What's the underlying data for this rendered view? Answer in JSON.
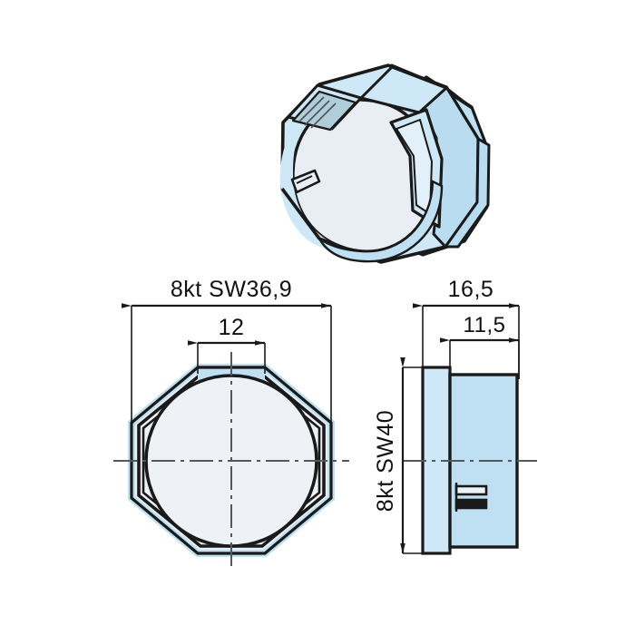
{
  "drawing": {
    "title": "Octagonal cap nut technical drawing",
    "background_color": "#ffffff",
    "line_color": "#1a1a1a",
    "fill_blue": "#b9dcf0",
    "fill_blue_light": "#cfe8f7",
    "fill_pale": "#e9eef4",
    "fill_pale_2": "#eef2f7",
    "centerline_color": "#55595e"
  },
  "views": {
    "isometric": {
      "name": "isometric-view",
      "description": "3D isometric view of octagonal cap nut"
    },
    "front": {
      "name": "front-view",
      "description": "Front view octagon with inner circle"
    },
    "side": {
      "name": "side-view",
      "description": "Side view stepped profile with slot detail"
    }
  },
  "dimensions": {
    "width_across_flats": {
      "label": "8kt SW36,9",
      "value": "36,9",
      "prefix": "8kt SW",
      "view": "front",
      "orientation": "horizontal"
    },
    "flat_width": {
      "label": "12",
      "value": "12",
      "view": "front",
      "orientation": "horizontal"
    },
    "total_length": {
      "label": "16,5",
      "value": "16,5",
      "view": "side",
      "orientation": "horizontal"
    },
    "body_length": {
      "label": "11,5",
      "value": "11,5",
      "view": "side",
      "orientation": "horizontal"
    },
    "height_across_flats": {
      "label": "8kt SW40",
      "value": "40",
      "prefix": "8kt SW",
      "view": "side",
      "orientation": "vertical"
    }
  }
}
